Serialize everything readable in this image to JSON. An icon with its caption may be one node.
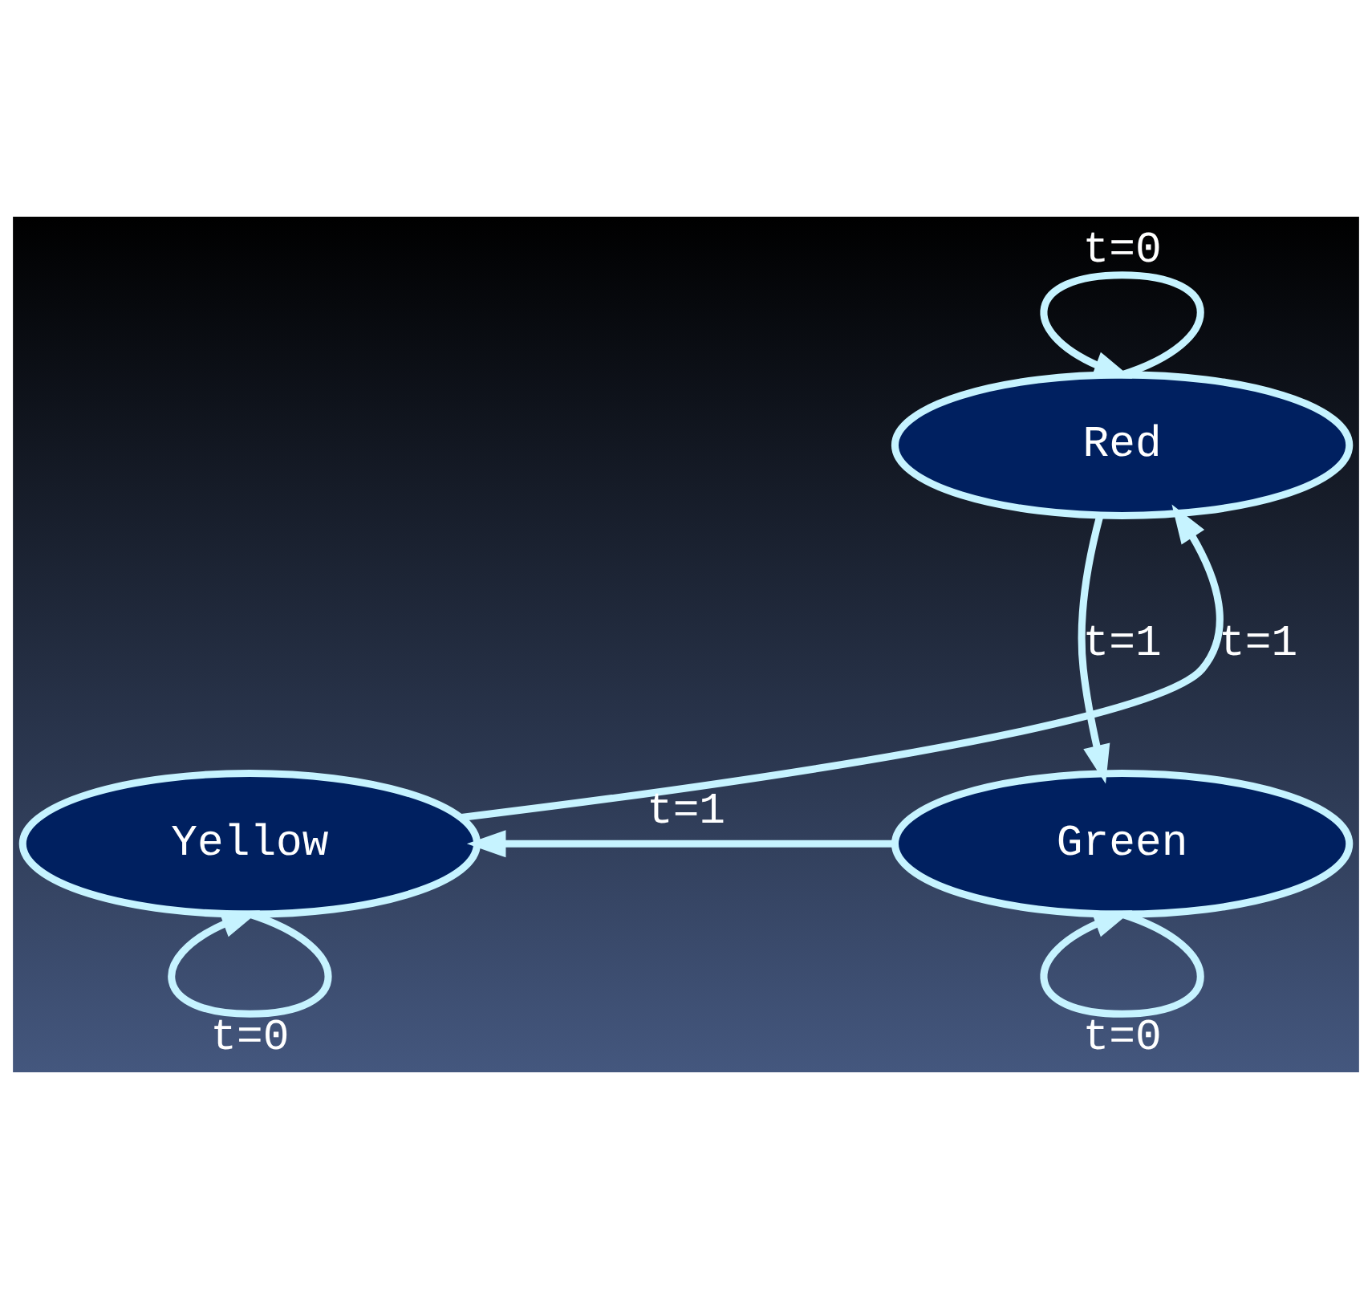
{
  "diagram": {
    "nodes": [
      {
        "text": [
          "Red"
        ]
      },
      {
        "text": [
          "Yellow"
        ]
      },
      {
        "text": [
          "Green"
        ]
      }
    ],
    "edges": [
      {
        "from": 0,
        "to": 0,
        "arrow": "to",
        "label": "t=0"
      },
      {
        "from": 0,
        "to": 2,
        "arrow": "to",
        "label": "t=1"
      },
      {
        "from": 2,
        "to": 1,
        "arrow": "to",
        "label": "t=1"
      },
      {
        "from": 1,
        "to": 0,
        "arrow": "to",
        "label": "t=1"
      },
      {
        "from": 1,
        "to": 1,
        "arrow": "to",
        "label": "t=0"
      },
      {
        "from": 2,
        "to": 2,
        "arrow": "to",
        "label": "t=0"
      }
    ]
  }
}
